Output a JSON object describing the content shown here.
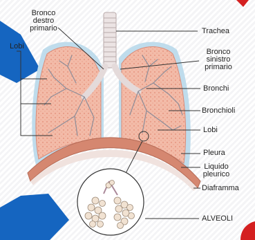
{
  "labels": {
    "bronco_destro": [
      "Bronco",
      "destro",
      "primario"
    ],
    "lobi_left": "Lobi",
    "trachea": "Trachea",
    "bronco_sinistro": [
      "Bronco",
      "sinistro",
      "primario"
    ],
    "bronchi": "Bronchi",
    "bronchioli": "Bronchioli",
    "lobi_right": "Lobi",
    "pleura": "Pleura",
    "liquido": [
      "Liquido",
      "pleurico"
    ],
    "diaframma": "Diaframma",
    "alveoli": "ALVEOLI"
  },
  "colors": {
    "lung_fill": "#f2b8a6",
    "lung_texture": "#e79a86",
    "pleura": "#bfdcec",
    "trachea": "#e8e0e0",
    "bronchi": "#8d8d99",
    "diaphragm": "#d58770",
    "arrow_blue": "#1565c0",
    "accent_red": "#d42020"
  }
}
